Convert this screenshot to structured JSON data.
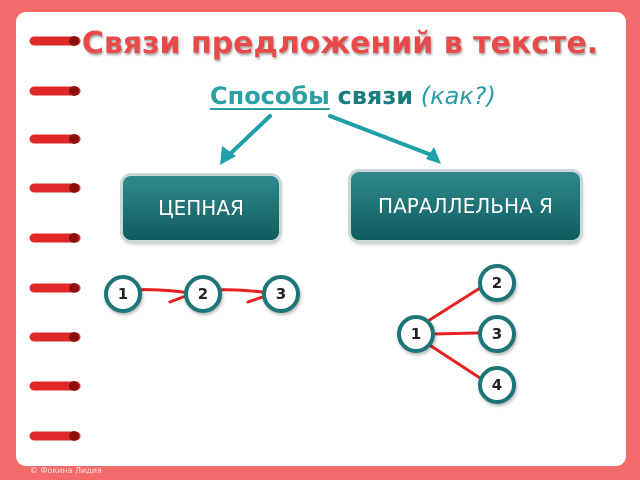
{
  "title": "Связи предложений в тексте.",
  "subtitle": {
    "word1": "Способы",
    "word2": "связи",
    "word3": "(как?)"
  },
  "types": {
    "chain": "ЦЕПНАЯ",
    "parallel": "ПАРАЛЛЕЛЬНА Я"
  },
  "chain_nodes": [
    "1",
    "2",
    "3"
  ],
  "parallel_nodes": [
    "1",
    "2",
    "3",
    "4"
  ],
  "footer": "© Фокина Лидия",
  "colors": {
    "background": "#f26a6a",
    "title": "#e84a4a",
    "box": "#1e6e70",
    "line": "#e62020"
  }
}
